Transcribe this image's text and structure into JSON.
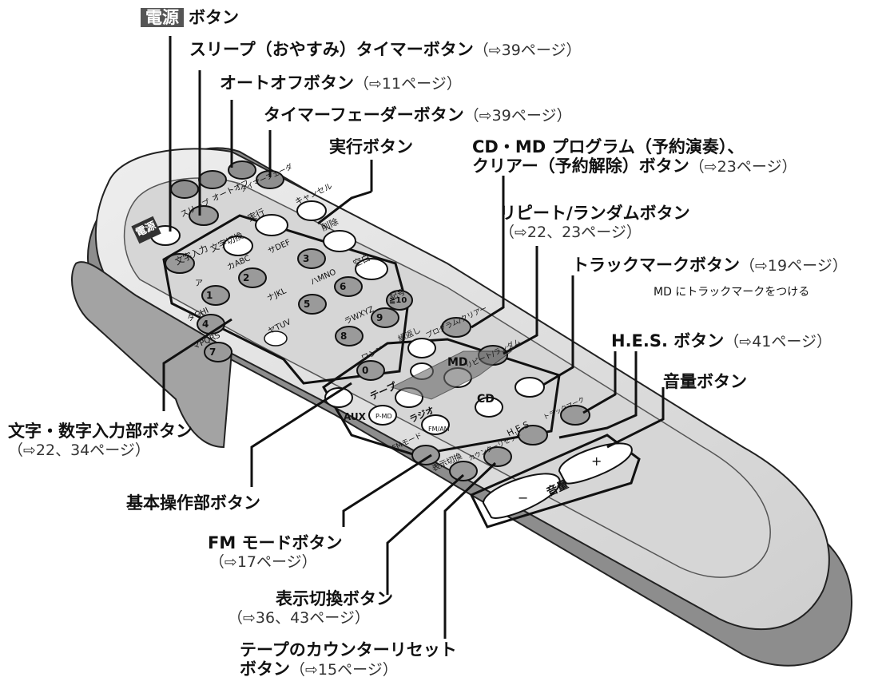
{
  "callouts": {
    "power": {
      "tag": "電源",
      "text": "ボタン"
    },
    "sleep": {
      "text": "スリープ（おやすみ）タイマーボタン",
      "ref": "（⇨39ページ）"
    },
    "auto_off": {
      "text": "オートオフボタン",
      "ref": "（⇨11ページ）"
    },
    "timer_fader": {
      "text": "タイマーフェーダーボタン",
      "ref": "（⇨39ページ）"
    },
    "execute": {
      "text": "実行ボタン"
    },
    "program": {
      "line1": "CD・MD プログラム（予約演奏）、",
      "line2": "クリアー（予約解除）ボタン",
      "ref": "（⇨23ページ）"
    },
    "repeat": {
      "text": "リピート/ランダムボタン",
      "ref": "（⇨22、23ページ）"
    },
    "track_mark": {
      "text": "トラックマークボタン",
      "ref": "（⇨19ページ）",
      "note": "MD にトラックマークをつける"
    },
    "hes": {
      "text": "H.E.S. ボタン",
      "ref": "（⇨41ページ）"
    },
    "volume": {
      "text": "音量ボタン"
    },
    "char_input": {
      "text": "文字・数字入力部ボタン",
      "ref": "（⇨22、34ページ）"
    },
    "basic": {
      "text": "基本操作部ボタン"
    },
    "fm_mode": {
      "text": "FM モードボタン",
      "ref": "（⇨17ページ）"
    },
    "display": {
      "text": "表示切換ボタン",
      "ref": "（⇨36、43ページ）"
    },
    "counter": {
      "line1": "テープのカウンターリセット",
      "line2": "ボタン",
      "ref": "（⇨15ページ）"
    }
  },
  "remote": {
    "power": "電源",
    "sleep": "スリープ",
    "auto_off": "オートオフ",
    "timer_fader": "タイマーフェーダ",
    "cancel": "キャンセル",
    "execute": "実行",
    "char_input": "文字入力",
    "char_switch": "文字切換",
    "delete": "削除",
    "space": "空白",
    "symbol": "記号",
    "key_labels": [
      "ア",
      "カABC",
      "サDEF",
      "タGHI",
      "ナJKL",
      "ハMNO",
      "マPQRS",
      "ヤTUV",
      "ラWXYZ",
      "ワン°°"
    ],
    "digits": [
      "1",
      "2",
      "3",
      "4",
      "5",
      "6",
      "7",
      "8",
      "9",
      "0",
      "≧10"
    ],
    "repeat": "繰返し",
    "program": "プログラム/クリアー",
    "repeat_random": "リピート/ランダム",
    "tape": "テープ",
    "md": "MD",
    "cd": "CD",
    "aux": "AUX",
    "pmd": "P-MD",
    "radio": "ラジオ",
    "fmam": "FM/AM",
    "fm_mode": "FMモード",
    "display": "表示切換",
    "counter_reset": "カウンターリセット",
    "hes": "H.E.S.",
    "track_mark": "トラックマーク",
    "volume": "音量",
    "minus": "−",
    "plus": "+"
  }
}
